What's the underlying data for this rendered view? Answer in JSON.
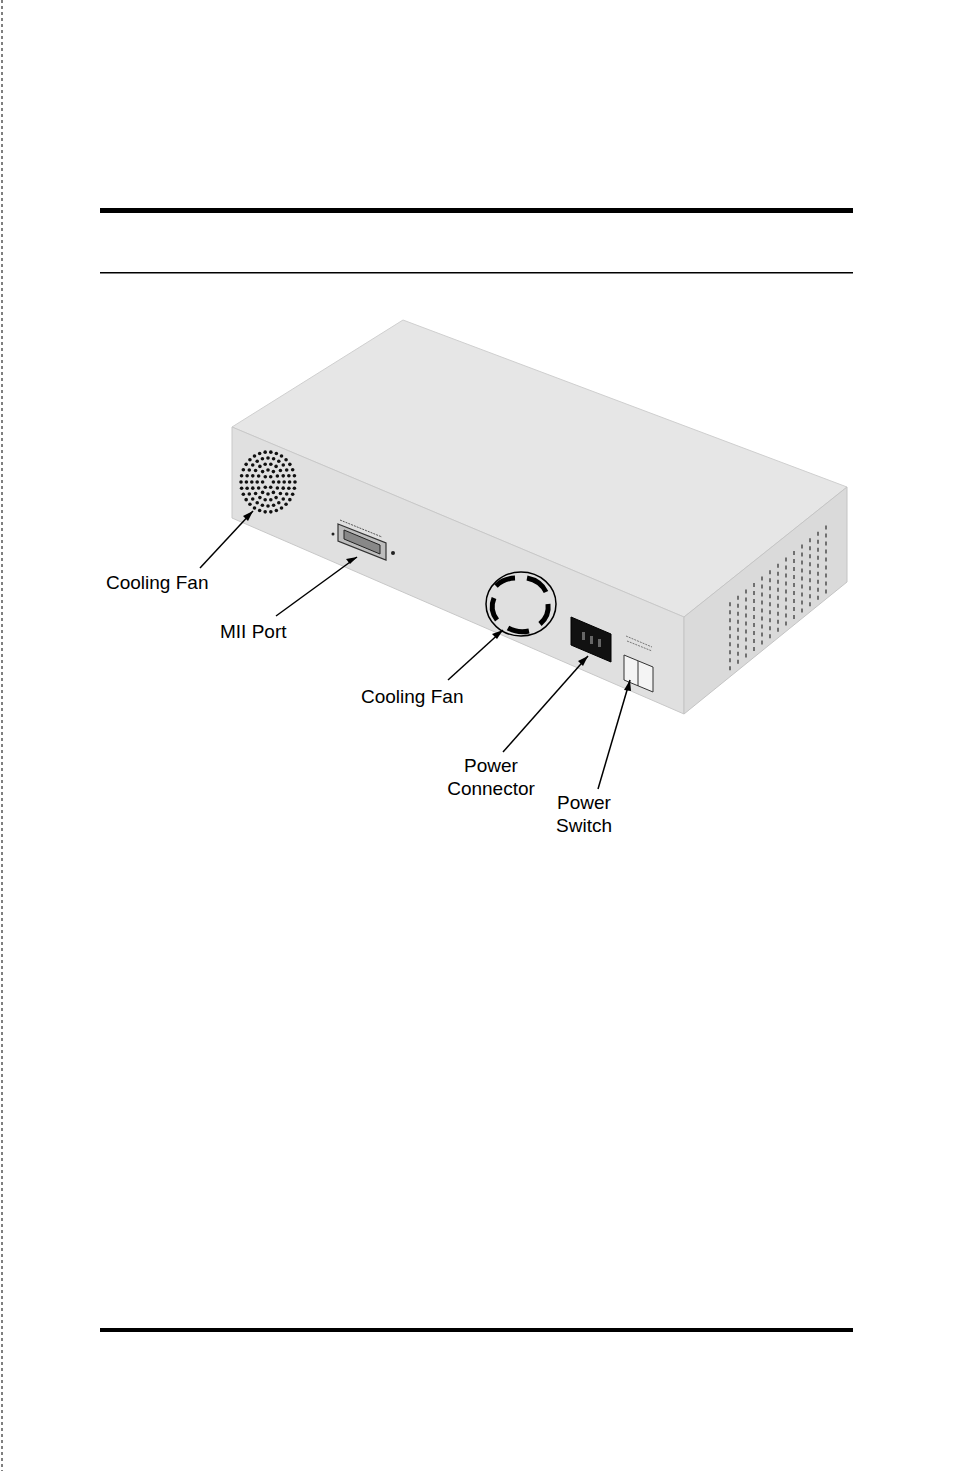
{
  "diagram": {
    "labels": [
      "Cooling Fan",
      "MII Port",
      "Cooling Fan",
      "Power Connector",
      "Power Switch"
    ]
  }
}
